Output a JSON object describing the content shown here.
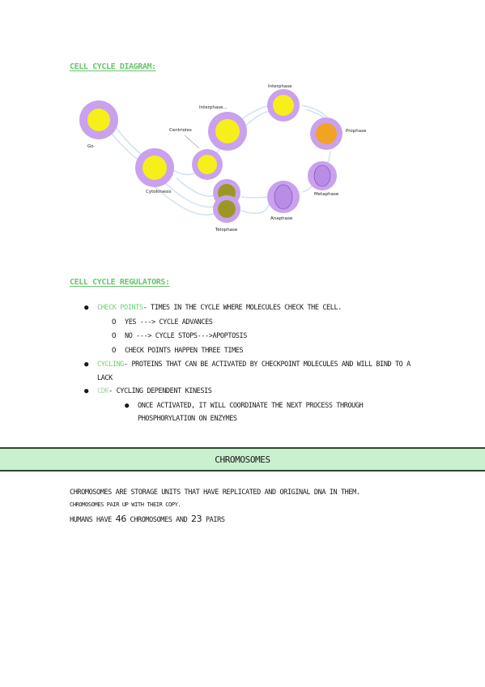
{
  "diagram": {
    "title": "CELL CYCLE DIAGRAM:",
    "labels": {
      "go": "Go",
      "interphase": "Interphase",
      "interphase_2": "Interphase...",
      "centrioles": "Centrioles",
      "prophase": "Prophase",
      "cytokinesis": "Cytokinesis",
      "metaphase": "Metaphase",
      "anaphase": "Anaphase",
      "telophase": "Telophase"
    },
    "colors": {
      "cell": "#c9a1ee",
      "nucleus": "#f7ef1a",
      "orange": "#f2a323",
      "olive": "#9c9725",
      "arrow": "#cfe3ef"
    }
  },
  "regulators": {
    "title": "CELL CYCLE REGULATORS:",
    "check_points": {
      "term": "CHECK POINTS",
      "desc": "- TIMES IN THE CYCLE WHERE MOLECULES CHECK THE CELL."
    },
    "sub_items": [
      "YES ---> CYCLE ADVANCES",
      "NO ---> CYCLE STOPS--->APOPTOSIS",
      "CHECK POINTS HAPPEN THREE TIMES"
    ],
    "cycling": {
      "term": "CYCLING",
      "desc": "- PROTEINS THAT CAN BE ACTIVATED BY CHECKPOINT MOLECULES AND WILL BIND TO A LACK"
    },
    "cdk": {
      "term": "CDK",
      "desc": "- CYCLING DEPENDENT KINESIS"
    },
    "cdk_sub": "ONCE ACTIVATED, IT WILL COORDINATE THE NEXT PROCESS THROUGH PHOSPHORYLATION ON ENZYMES",
    "bullet_symbol": "●",
    "sub_symbol": "o"
  },
  "chromosomes": {
    "title": "CHROMOSOMES",
    "line1": "CHROMOSOMES ARE STORAGE UNITS THAT HAVE REPLICATED AND ORIGINAL DNA IN THEM.",
    "line2": "CHROMOSOMES PAIR UP WITH THEIR COPY.",
    "line3_pre": "HUMANS HAVE",
    "count_chromosomes": "46",
    "line3_mid": "CHROMOSOMES AND",
    "count_pairs": "23",
    "line3_post": "PAIRS"
  }
}
